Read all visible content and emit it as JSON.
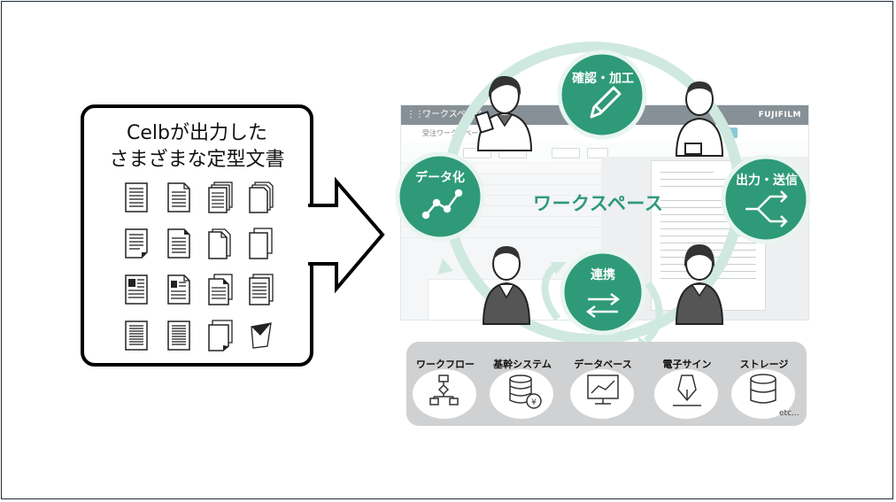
{
  "callout": {
    "line1": "Celbが出力した",
    "line2": "さまざまな定型文書"
  },
  "app": {
    "title": "ワークスペース",
    "subtitle": "受注ワークスペース",
    "brand": "FUJIFILM"
  },
  "diagram": {
    "center": "ワークスペース",
    "nodes": {
      "confirm": "確認・加工",
      "datafy": "データ化",
      "output": "出力・送信",
      "link": "連携"
    }
  },
  "integrations": {
    "items": [
      {
        "label": "ワークフロー"
      },
      {
        "label": "基幹システム"
      },
      {
        "label": "データベース"
      },
      {
        "label": "電子サイン"
      },
      {
        "label": "ストレージ"
      }
    ],
    "etc": "etc..."
  },
  "colors": {
    "accent": "#2e9a78",
    "accent_light": "#cfe9e0",
    "integration_bg": "#d0d1d2"
  }
}
